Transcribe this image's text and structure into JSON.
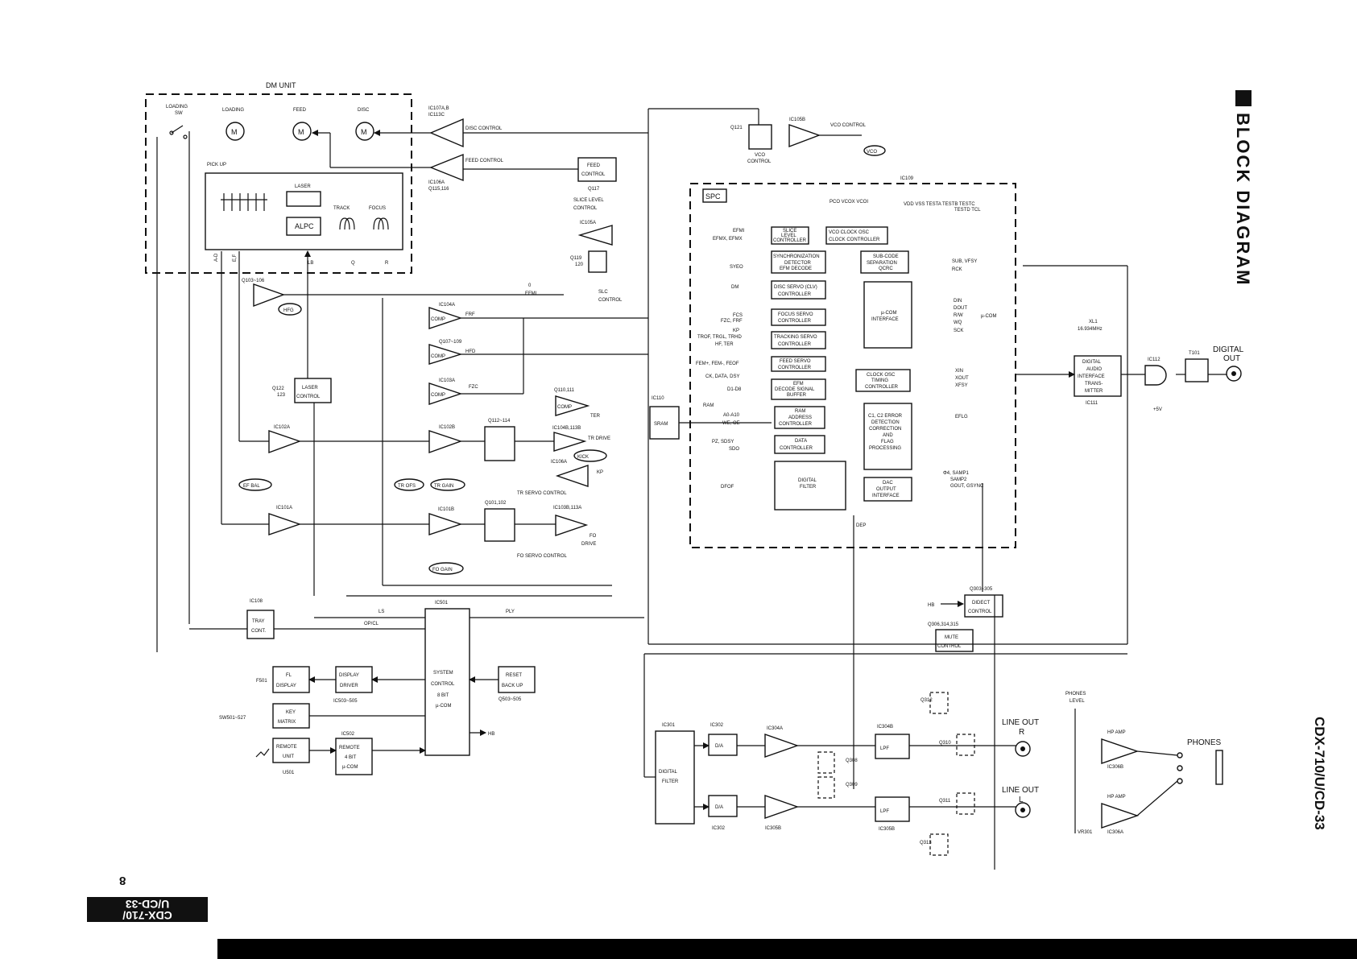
{
  "page": {
    "title": "BLOCK DIAGRAM",
    "model_side": "CDX-710/U/CD-33",
    "model_corner_line1": "CDX-710/",
    "model_corner_line2": "U/CD-33",
    "page_number": "8"
  },
  "dm_unit": {
    "title": "DM UNIT",
    "loading_sw": "LOADING",
    "loading_sw2": "SW",
    "loading": "LOADING",
    "feed": "FEED",
    "disc": "DISC",
    "motor": "M",
    "pickup": "PICK UP",
    "laser": "LASER",
    "alpc": "ALPC",
    "track": "TRACK",
    "focus": "FOCUS",
    "ad": "A-D",
    "ef": "E,F",
    "lb": "LB",
    "q": "Q",
    "r": "R"
  },
  "servo": {
    "ic107ab": "IC107A,B",
    "ic113c": "IC113C",
    "disc_control": "DISC CONTROL",
    "feed_control_line": "FEED CONTROL",
    "ic106a_top": "IC106A",
    "q115": "Q115,116",
    "feed_control_box1": "FEED",
    "feed_control_box2": "CONTROL",
    "q117": "Q117",
    "slice_level_1": "SLICE LEVEL",
    "slice_level_2": "CONTROL",
    "ic105a": "IC105A",
    "q119": "Q119",
    "q120": "120",
    "slc_1": "SLC",
    "slc_2": "CONTROL",
    "q103": "Q103~106",
    "hfg": "HFG",
    "zero": "0",
    "efmi": "EFMI",
    "ic104a": "IC104A",
    "frf": "FRF",
    "comp": "COMP",
    "q107": "Q107~109",
    "hfd": "HFD",
    "ic103a": "IC103A",
    "fzc": "FZC",
    "q110": "Q110,111",
    "ter": "TER",
    "q122": "Q122",
    "q123": "123",
    "laser_control_1": "LASER",
    "laser_control_2": "CONTROL",
    "ic102a": "IC102A",
    "ic102b": "IC102B",
    "q112": "Q112~114",
    "ic104b": "IC104B,113B",
    "tr_drive": "TR DRIVE",
    "kick": "KICK",
    "ic106a": "IC106A",
    "kp": "KP",
    "ef_bal": "EF BAL",
    "tr_ofs": "TR OFS",
    "tr_gain": "TR GAIN",
    "tr_servo": "TR SERVO CONTROL",
    "ic101a": "IC101A",
    "ic101b": "IC101B",
    "q101": "Q101,102",
    "ic103b": "IC103B,113A",
    "fo": "FO",
    "drive": "DRIVE",
    "fo_gain": "FO GAIN",
    "fo_servo": "FO SERVO CONTROL"
  },
  "vco": {
    "q121": "Q121",
    "ic105b": "IC105B",
    "vco_control": "VCO CONTROL",
    "vco_control_2": "VCO",
    "vco_control_3": "CONTROL",
    "vco": "VCO",
    "ic109": "IC109"
  },
  "spc": {
    "label": "SPC",
    "pins_top": "PCO  VCOX  VCOI",
    "pins_top2": "VDD  VSS  TESTA  TESTB  TESTC",
    "pins_top3": "TESTD  TCL",
    "efmi_pin": "EFMI",
    "efmx_pin": "EFMX, EFMX",
    "syeo_pin": "SYEO",
    "dm_pin": "DM",
    "fcs_pin": "FCS",
    "fzc_pin": "FZC, FRF",
    "kp_pin": "KP",
    "trof_pin": "TROF, TRGL, TRHD",
    "hf_pin": "HF, TER",
    "fem_pin": "FEM+, FEM-, FEOF",
    "ck_pin": "CK, DATA, DSY",
    "d1_pin": "D1-D8",
    "ram_label": "RAM",
    "a0_pin": "A0-A10",
    "we_pin": "WE, OE",
    "pz_pin": "PZ, SDSY",
    "sdo_pin": "SDO",
    "dfof_pin": "DFOF",
    "slice_1": "SLICE",
    "slice_2": "LEVEL",
    "slice_3": "CONTROLLER",
    "vco_osc_1": "VCO  CLOCK OSC",
    "vco_osc_2": "CLOCK CONTROLLER",
    "sync_1": "SYNCHRONIZATION",
    "sync_2": "DETECTOR",
    "sync_3": "EFM DECODE",
    "disc_servo_1": "DISC SERVO (CLV)",
    "disc_servo_2": "CONTROLLER",
    "focus_servo_1": "FOCUS SERVO",
    "focus_servo_2": "CONTROLLER",
    "tracking_1": "TRACKING SERVO",
    "tracking_2": "CONTROLLER",
    "feed_servo_1": "FEED SERVO",
    "feed_servo_2": "CONTROLLER",
    "efm_buf_1": "EFM",
    "efm_buf_2": "DECODE SIGNAL",
    "efm_buf_3": "BUFFER",
    "ram_addr_1": "RAM",
    "ram_addr_2": "ADDRESS",
    "ram_addr_3": "CONTROLLER",
    "data_ctrl_1": "DATA",
    "data_ctrl_2": "CONTROLLER",
    "digital_filter_1": "DIGITAL",
    "digital_filter_2": "FILTER",
    "subcode_1": "SUB-CODE",
    "subcode_2": "SEPARATION",
    "subcode_3": "QCRC",
    "ucom_1": "µ-COM",
    "ucom_2": "INTERFACE",
    "clock_1": "CLOCK OSC",
    "clock_2": "TIMING",
    "clock_3": "CONTROLLER",
    "c1c2_1": "C1, C2 ERROR",
    "c1c2_2": "DETECTION",
    "c1c2_3": "CORRECTION",
    "c1c2_4": "AND",
    "c1c2_5": "FLAG",
    "c1c2_6": "PROCESSING",
    "dac_1": "DAC",
    "dac_2": "OUTPUT",
    "dac_3": "INTERFACE",
    "out_sub": "SUB, VFSY",
    "out_rck": "RCK",
    "out_din": "DIN",
    "out_dout": "DOUT",
    "out_rw": "R/W",
    "out_wq": "WQ",
    "out_sck": "SCK",
    "to_ucom": "µ-COM",
    "out_xin": "XIN",
    "out_xout": "XOUT",
    "out_xfsy": "XFSY",
    "out_eflg": "EFLG",
    "out_samp1": "Φ4, SAMP1",
    "out_samp2": "SAMP2",
    "out_gout": "GOUT, GSYNC",
    "dep": "DEP",
    "ic110": "IC110",
    "sram": "SRAM"
  },
  "digital_out": {
    "xl1": "XL1",
    "freq": "16.934MHz",
    "dit_1": "DIGITAL",
    "dit_2": "AUDIO",
    "dit_3": "INTERFACE",
    "dit_4": "TRANS-",
    "dit_5": "MITTER",
    "ic111": "IC111",
    "ic112": "IC112",
    "t101": "T101",
    "digital_out_1": "DIGITAL",
    "digital_out_2": "OUT",
    "plus5": "+5V"
  },
  "system": {
    "ic108": "IC108",
    "tray_1": "TRAY",
    "tray_2": "CONT.",
    "ls": "LS",
    "opcl": "OP/CL",
    "ic501": "IC501",
    "ply": "PLY",
    "sys_1": "SYSTEM",
    "sys_2": "CONTROL",
    "sys_3": "8 BIT",
    "sys_4": "µ-COM",
    "hb_out": "HB",
    "f501": "F501",
    "fl_1": "FL",
    "fl_2": "DISPLAY",
    "dd_1": "DISPLAY",
    "dd_2": "DRIVER",
    "ic503": "IC503~505",
    "reset_1": "RESET",
    "reset_2": "BACK UP",
    "q503": "Q503~505",
    "sw501": "SW501~527",
    "key_1": "KEY",
    "key_2": "MATRIX",
    "ic502": "IC502",
    "remote_1": "REMOTE",
    "remote_2": "UNIT",
    "u501": "U501",
    "rcom_1": "REMOTE",
    "rcom_2": "4 BIT",
    "rcom_3": "µ-COM"
  },
  "audio": {
    "q303": "Q303~305",
    "hb": "HB",
    "direct_1": "DIDECT",
    "direct_2": "CONTROL",
    "q306": "Q306,314,315",
    "mute_1": "MUTE",
    "mute_2": "CONTROL",
    "q312": "Q312",
    "q310": "Q310",
    "q308": "Q308",
    "q309": "Q309",
    "q311": "Q311",
    "q313": "Q313",
    "ic301": "IC301",
    "df_1": "DIGITAL",
    "df_2": "FILTER",
    "ic302": "IC302",
    "ic302b": "IC302",
    "da": "D/A",
    "ic304a": "IC304A",
    "ic305b": "IC305B",
    "ic304b": "IC304B",
    "ic305b_lpf": "IC305B",
    "lpf": "LPF",
    "line_out": "LINE OUT",
    "r": "R",
    "l": "L",
    "phones_level_1": "PHONES",
    "phones_level_2": "LEVEL",
    "hp_amp": "HP AMP",
    "ic306b": "IC306B",
    "ic306a": "IC306A",
    "vr301": "VR301",
    "phones": "PHONES"
  }
}
